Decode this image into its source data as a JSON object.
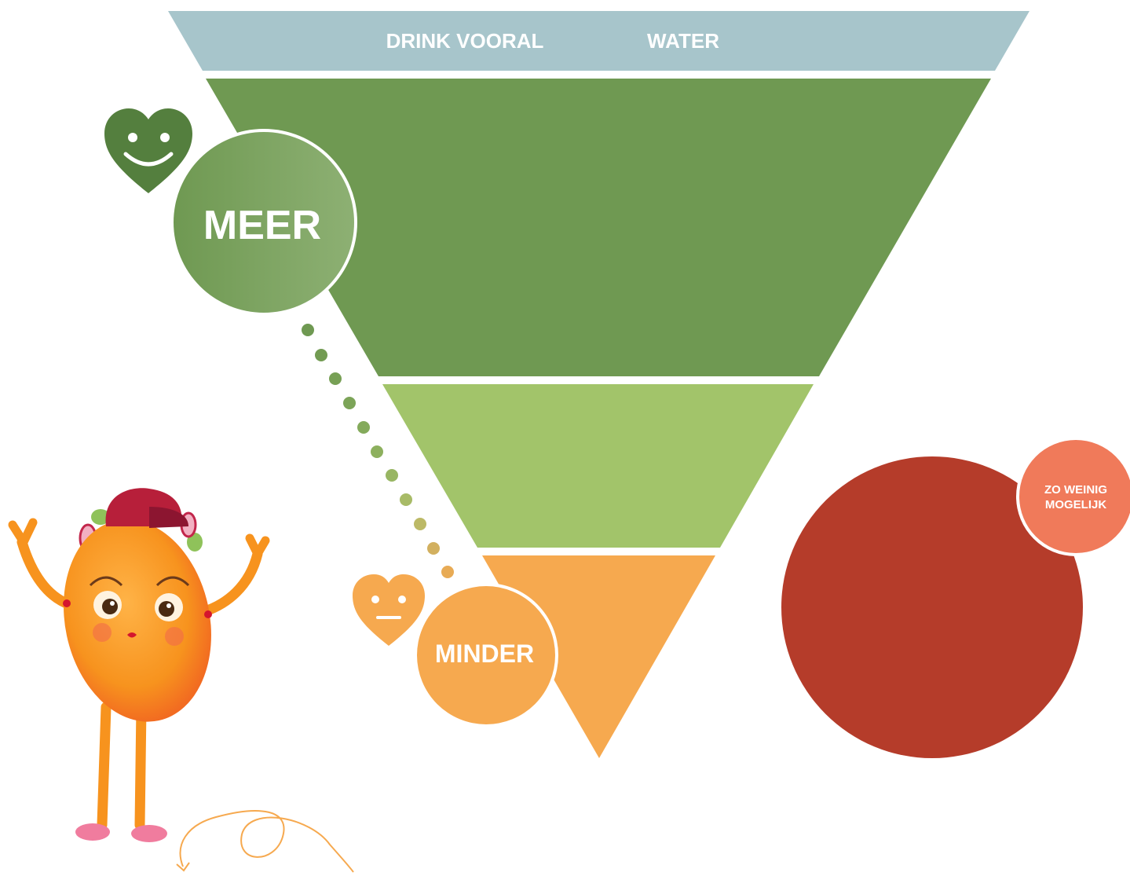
{
  "water_band": {
    "label_left": "DRINK VOORAL",
    "label_right": "WATER",
    "color": "#a7c5cb"
  },
  "layers": [
    {
      "name": "meer-layer",
      "color": "#6f9952"
    },
    {
      "name": "middle-layer",
      "color": "#a2c46a"
    },
    {
      "name": "minder-layer",
      "color": "#f6a94f"
    }
  ],
  "badges": {
    "meer": {
      "label": "MEER",
      "color": "#6f9952",
      "color_light": "#8db073"
    },
    "minder": {
      "label": "MINDER",
      "color": "#f6a94f"
    },
    "zo_weinig": {
      "line1": "ZO WEINIG",
      "line2": "MOGELIJK",
      "color": "#f07a5a"
    }
  },
  "hearts": {
    "happy": {
      "icon": "happy-heart-icon",
      "color": "#547f3e"
    },
    "neutral": {
      "icon": "neutral-heart-icon",
      "color": "#f6a94f"
    }
  },
  "red_circle": {
    "color": "#b53c2a"
  },
  "mascot": {
    "icon": "orange-potato-mascot-icon",
    "body_color": "#f7931e",
    "cap_color": "#b71f3a"
  }
}
